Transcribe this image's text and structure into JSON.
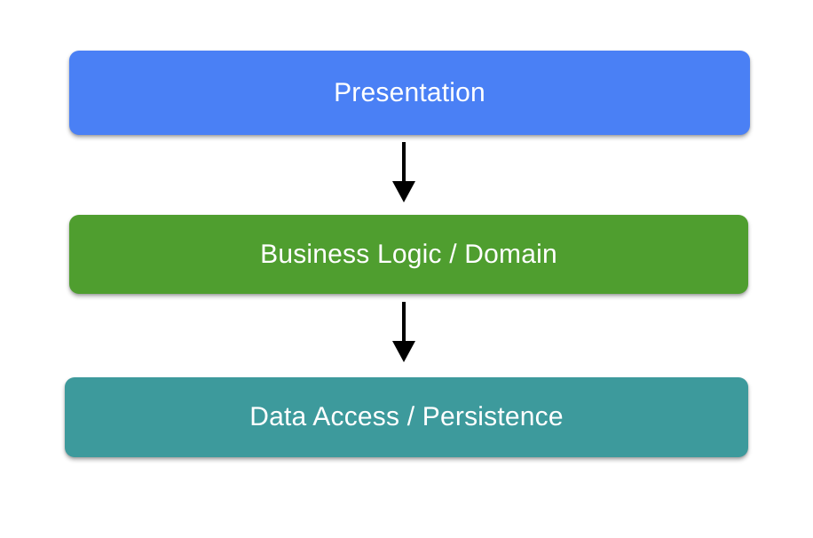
{
  "diagram": {
    "type": "layered-architecture-flow",
    "background_color": "#ffffff",
    "layers": [
      {
        "id": "presentation",
        "label": "Presentation",
        "color": "#4a80f5",
        "text_color": "#ffffff"
      },
      {
        "id": "business",
        "label": "Business Logic / Domain",
        "color": "#4f9e2f",
        "text_color": "#ffffff"
      },
      {
        "id": "data",
        "label": "Data Access / Persistence",
        "color": "#3d9a9c",
        "text_color": "#ffffff"
      }
    ],
    "connectors": [
      {
        "id": "arrow-presentation-to-business",
        "from": "presentation",
        "to": "business",
        "direction": "down",
        "color": "#000000"
      },
      {
        "id": "arrow-business-to-data",
        "from": "business",
        "to": "data",
        "direction": "down",
        "color": "#000000"
      }
    ]
  }
}
